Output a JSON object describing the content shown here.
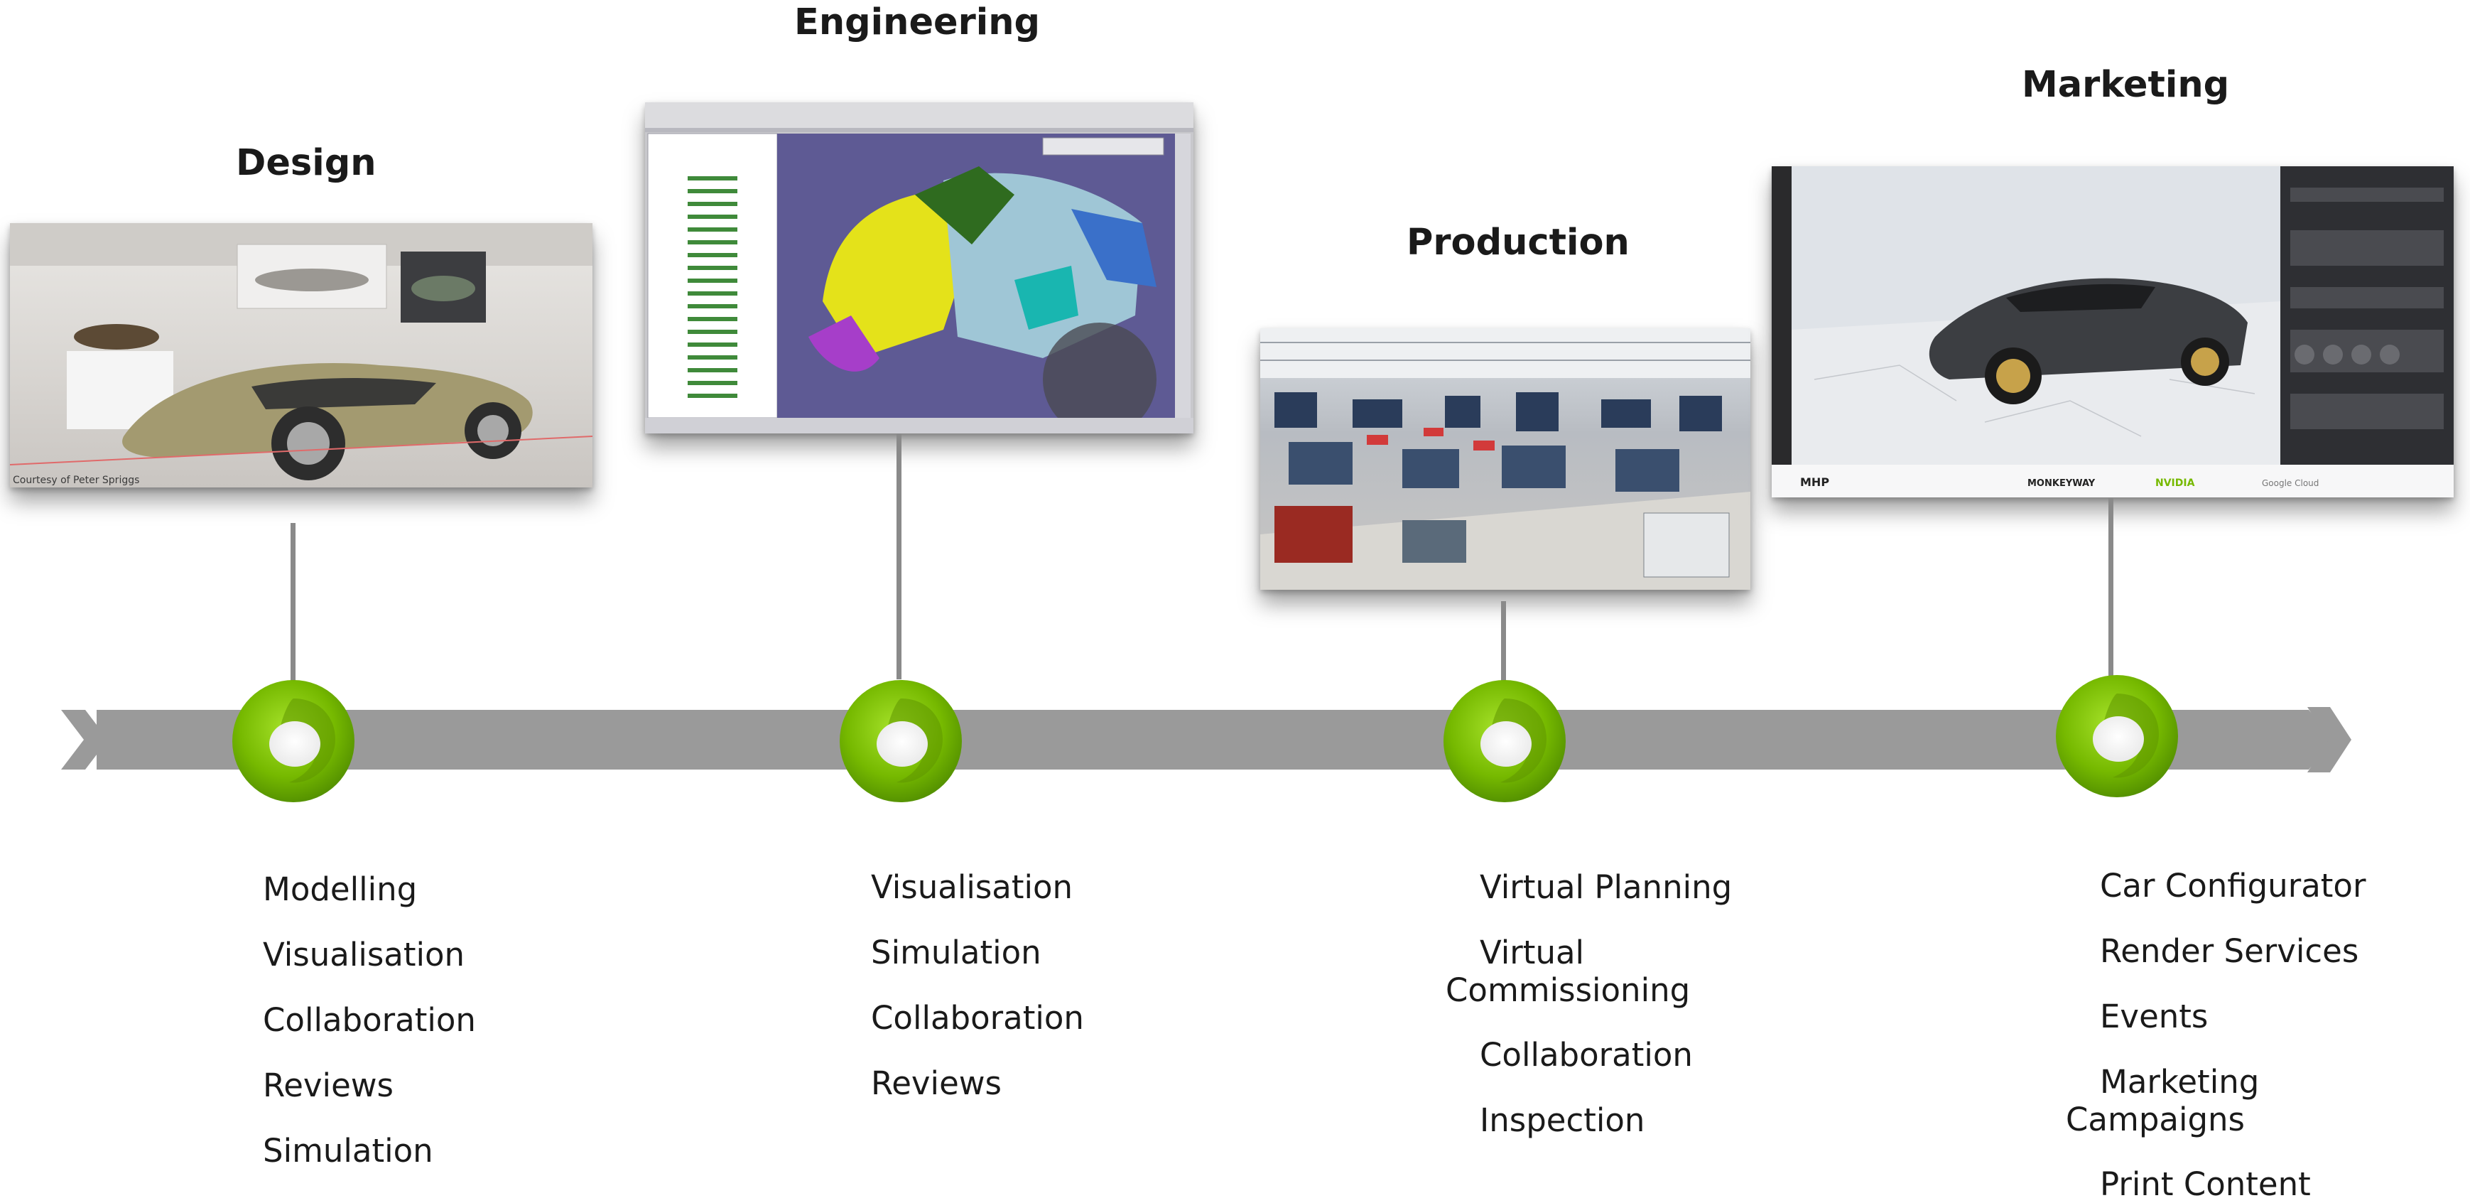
{
  "stages": [
    {
      "title": "Design",
      "items": [
        "Modelling",
        "Visualisation",
        "Collaboration",
        "Reviews",
        "Simulation"
      ],
      "image_caption": "Courtesy of Peter Spriggs"
    },
    {
      "title": "Engineering",
      "items": [
        "Visualisation",
        "Simulation",
        "Collaboration",
        "Reviews"
      ]
    },
    {
      "title": "Production",
      "items": [
        "Virtual Planning",
        "Virtual Commissioning",
        "Collaboration",
        "Inspection"
      ]
    },
    {
      "title": "Marketing",
      "items": [
        "Car Configurator",
        "Render Services",
        "Events",
        "Marketing Campaigns",
        "Print Content"
      ],
      "image_logos": [
        "MHP",
        "MONKEYWAY",
        "NVIDIA",
        "Google Cloud"
      ]
    }
  ],
  "colors": {
    "timeline": "#9a9a9a",
    "node_green": "#76b900",
    "connector": "#8a8a8a"
  },
  "icons": {
    "node": "nvidia-swirl-icon",
    "arrow": "chevron-right-icon"
  }
}
